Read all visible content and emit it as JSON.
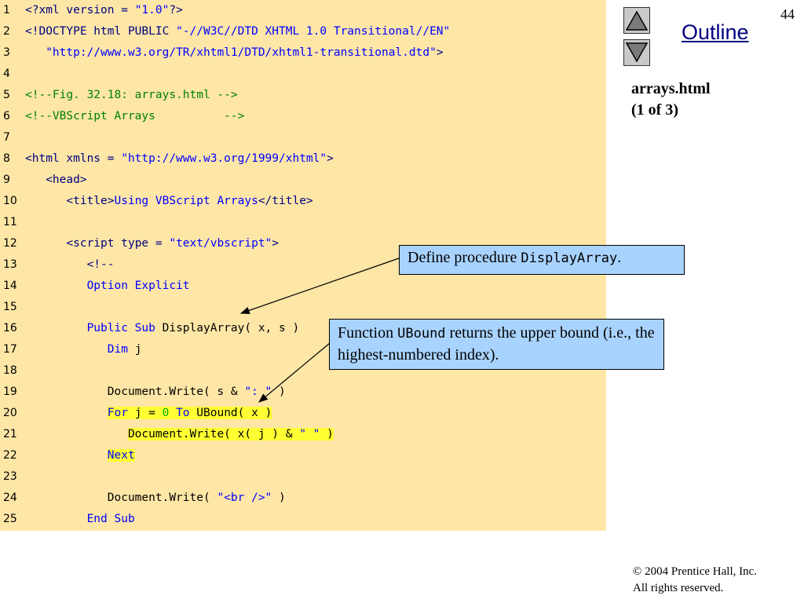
{
  "page_number": "44",
  "outline_label": "Outline",
  "file_title": [
    "arrays.html",
    "(1 of 3)"
  ],
  "colors": {
    "tag": "#000080",
    "string": "#0000ff",
    "comment": "#008000",
    "keyword": "#0000ff",
    "text": "#000000",
    "number": "#00aa00",
    "panel": "#fde6a6",
    "highlight": "#ffff33",
    "callout": "#a9d3ff"
  },
  "icons": {
    "up": "up-triangle-icon",
    "down": "down-triangle-icon"
  },
  "code_lines": [
    {
      "n": "1",
      "hl": false,
      "tokens": [
        [
          "tag",
          "<?xml version = "
        ],
        [
          "string",
          "\"1.0\""
        ],
        [
          "tag",
          "?>"
        ]
      ]
    },
    {
      "n": "2",
      "hl": false,
      "tokens": [
        [
          "tag",
          "<!DOCTYPE html PUBLIC "
        ],
        [
          "string",
          "\"-//W3C//DTD XHTML 1.0 Transitional//EN\""
        ]
      ]
    },
    {
      "n": "3",
      "hl": false,
      "tokens": [
        [
          "text",
          "   "
        ],
        [
          "string",
          "\"http://www.w3.org/TR/xhtml1/DTD/xhtml1-transitional.dtd\""
        ],
        [
          "tag",
          ">"
        ]
      ]
    },
    {
      "n": "4",
      "hl": false,
      "tokens": []
    },
    {
      "n": "5",
      "hl": false,
      "tokens": [
        [
          "comment",
          "<!--Fig. 32.18: arrays.html -->"
        ]
      ]
    },
    {
      "n": "6",
      "hl": false,
      "tokens": [
        [
          "comment",
          "<!--VBScript Arrays          -->"
        ]
      ]
    },
    {
      "n": "7",
      "hl": false,
      "tokens": []
    },
    {
      "n": "8",
      "hl": false,
      "tokens": [
        [
          "tag",
          "<html xmlns = "
        ],
        [
          "string",
          "\"http://www.w3.org/1999/xhtml\""
        ],
        [
          "tag",
          ">"
        ]
      ]
    },
    {
      "n": "9",
      "hl": false,
      "tokens": [
        [
          "text",
          "   "
        ],
        [
          "tag",
          "<head>"
        ]
      ]
    },
    {
      "n": "10",
      "hl": false,
      "tokens": [
        [
          "text",
          "      "
        ],
        [
          "tag",
          "<title>"
        ],
        [
          "string",
          "Using VBScript Arrays"
        ],
        [
          "tag",
          "</title>"
        ]
      ]
    },
    {
      "n": "11",
      "hl": false,
      "tokens": []
    },
    {
      "n": "12",
      "hl": false,
      "tokens": [
        [
          "text",
          "      "
        ],
        [
          "tag",
          "<script type = "
        ],
        [
          "string",
          "\"text/vbscript\""
        ],
        [
          "tag",
          ">"
        ]
      ]
    },
    {
      "n": "13",
      "hl": false,
      "tokens": [
        [
          "text",
          "         "
        ],
        [
          "tag",
          "<!--"
        ]
      ]
    },
    {
      "n": "14",
      "hl": false,
      "tokens": [
        [
          "text",
          "         "
        ],
        [
          "keyword",
          "Option Explicit"
        ]
      ]
    },
    {
      "n": "15",
      "hl": false,
      "tokens": []
    },
    {
      "n": "16",
      "hl": false,
      "tokens": [
        [
          "text",
          "         "
        ],
        [
          "keyword",
          "Public Sub "
        ],
        [
          "text",
          "DisplayArray( x, s )"
        ]
      ]
    },
    {
      "n": "17",
      "hl": false,
      "tokens": [
        [
          "text",
          "            "
        ],
        [
          "keyword",
          "Dim "
        ],
        [
          "text",
          "j"
        ]
      ]
    },
    {
      "n": "18",
      "hl": false,
      "tokens": []
    },
    {
      "n": "19",
      "hl": false,
      "tokens": [
        [
          "text",
          "            Document.Write( s & "
        ],
        [
          "string",
          "\": \""
        ],
        [
          "text",
          " )"
        ]
      ]
    },
    {
      "n": "20",
      "hl": true,
      "pad": "            ",
      "tokens": [
        [
          "keyword",
          "For "
        ],
        [
          "text",
          "j = "
        ],
        [
          "number",
          "0"
        ],
        [
          "text",
          " "
        ],
        [
          "keyword",
          "To "
        ],
        [
          "text",
          "UBound( x )"
        ]
      ]
    },
    {
      "n": "21",
      "hl": true,
      "pad": "               ",
      "tokens": [
        [
          "text",
          "Document.Write( x( j ) & "
        ],
        [
          "string",
          "\" \""
        ],
        [
          "text",
          " )"
        ]
      ]
    },
    {
      "n": "22",
      "hl": true,
      "pad": "            ",
      "tokens": [
        [
          "keyword",
          "Next"
        ]
      ]
    },
    {
      "n": "23",
      "hl": false,
      "tokens": []
    },
    {
      "n": "24",
      "hl": false,
      "tokens": [
        [
          "text",
          "            Document.Write( "
        ],
        [
          "string",
          "\"<br />\""
        ],
        [
          "text",
          " )"
        ]
      ]
    },
    {
      "n": "25",
      "hl": false,
      "tokens": [
        [
          "text",
          "         "
        ],
        [
          "keyword",
          "End Sub"
        ]
      ]
    }
  ],
  "callouts": [
    {
      "before": "Define procedure ",
      "code": "DisplayArray",
      "after": "."
    },
    {
      "before": "Function ",
      "code": "UBound",
      "after": " returns the upper bound (i.e., the highest-numbered index)."
    }
  ],
  "copyright": [
    "© 2004 Prentice Hall, Inc.",
    "All rights reserved."
  ]
}
